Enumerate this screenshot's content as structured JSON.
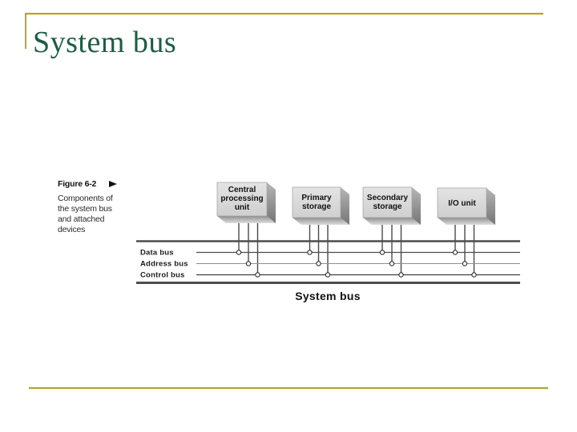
{
  "slide": {
    "title": "System bus",
    "colors": {
      "title_green": "#205c44",
      "frame_gold": "#b2a23e",
      "frame_gold_light": "#f3eeb0"
    }
  },
  "figure": {
    "label": "Figure 6-2",
    "caption_lines": [
      "Components of",
      "the system bus",
      "and attached",
      "devices"
    ],
    "boxes": [
      {
        "id": "cpu",
        "lines": [
          "Central",
          "processing",
          "unit"
        ]
      },
      {
        "id": "primary-storage",
        "lines": [
          "Primary",
          "storage"
        ]
      },
      {
        "id": "secondary-storage",
        "lines": [
          "Secondary",
          "storage"
        ]
      },
      {
        "id": "io-unit",
        "lines": [
          "I/O unit"
        ]
      }
    ],
    "buses": [
      {
        "label": "Data bus"
      },
      {
        "label": "Address bus"
      },
      {
        "label": "Control bus"
      }
    ],
    "system_bus_label": "System bus",
    "colors": {
      "box_face": "#d8d8d8",
      "box_side_dark": "#757575",
      "bus_line": "#4d4d4d"
    }
  }
}
